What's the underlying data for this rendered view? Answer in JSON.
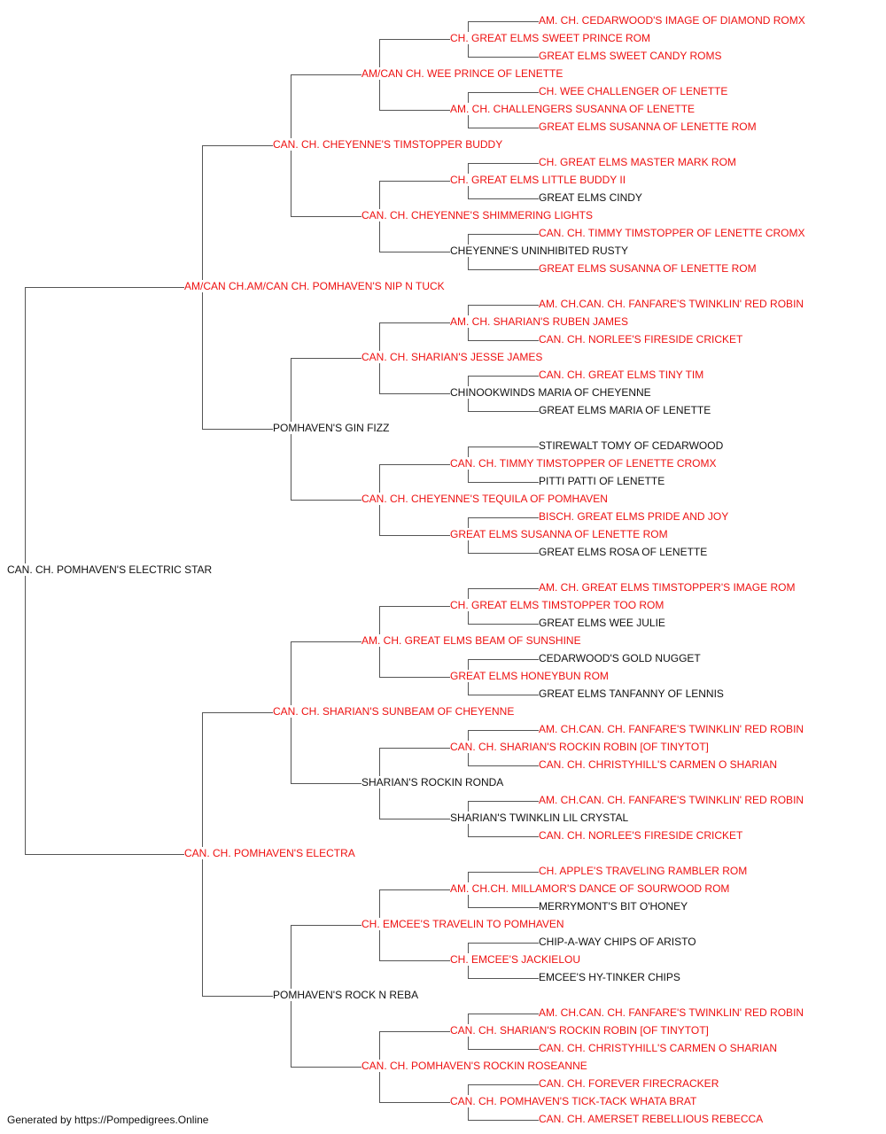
{
  "subject": "CAN. CH. POMHAVEN'S ELECTRIC STAR",
  "footer": "Generated by https://Pompedigrees.Online",
  "colors": {
    "champion": "#ee1111",
    "plain": "#111111",
    "line": "#555555"
  },
  "pedigree": [
    {
      "name": "CAN. CH. POMHAVEN'S ELECTRIC STAR",
      "gen": 0,
      "champion": false
    },
    {
      "name": "AM/CAN CH.AM/CAN CH. POMHAVEN'S NIP N TUCK",
      "gen": 1,
      "champion": true
    },
    {
      "name": "CAN. CH. POMHAVEN'S ELECTRA",
      "gen": 1,
      "champion": true
    },
    {
      "name": "CAN. CH. CHEYENNE'S TIMSTOPPER BUDDY",
      "gen": 2,
      "champion": true
    },
    {
      "name": "POMHAVEN'S GIN FIZZ",
      "gen": 2,
      "champion": false
    },
    {
      "name": "CAN. CH. SHARIAN'S SUNBEAM OF CHEYENNE",
      "gen": 2,
      "champion": true
    },
    {
      "name": "POMHAVEN'S ROCK N REBA",
      "gen": 2,
      "champion": false
    },
    {
      "name": "AM/CAN CH. WEE PRINCE OF LENETTE",
      "gen": 3,
      "champion": true
    },
    {
      "name": "CAN. CH. CHEYENNE'S SHIMMERING LIGHTS",
      "gen": 3,
      "champion": true
    },
    {
      "name": "CAN. CH. SHARIAN'S JESSE JAMES",
      "gen": 3,
      "champion": true
    },
    {
      "name": "CAN. CH. CHEYENNE'S TEQUILA OF POMHAVEN",
      "gen": 3,
      "champion": true
    },
    {
      "name": "AM. CH. GREAT ELMS BEAM OF SUNSHINE",
      "gen": 3,
      "champion": true
    },
    {
      "name": "SHARIAN'S ROCKIN RONDA",
      "gen": 3,
      "champion": false
    },
    {
      "name": "CH. EMCEE'S TRAVELIN TO POMHAVEN",
      "gen": 3,
      "champion": true
    },
    {
      "name": "CAN. CH. POMHAVEN'S ROCKIN ROSEANNE",
      "gen": 3,
      "champion": true
    },
    {
      "name": "CH. GREAT ELMS SWEET PRINCE ROM",
      "gen": 4,
      "champion": true
    },
    {
      "name": "AM. CH. CHALLENGERS SUSANNA OF LENETTE",
      "gen": 4,
      "champion": true
    },
    {
      "name": "CH. GREAT ELMS LITTLE BUDDY II",
      "gen": 4,
      "champion": true
    },
    {
      "name": "CHEYENNE'S UNINHIBITED RUSTY",
      "gen": 4,
      "champion": false
    },
    {
      "name": "AM. CH. SHARIAN'S RUBEN JAMES",
      "gen": 4,
      "champion": true
    },
    {
      "name": "CHINOOKWINDS MARIA OF CHEYENNE",
      "gen": 4,
      "champion": false
    },
    {
      "name": "CAN. CH. TIMMY TIMSTOPPER OF LENETTE CROMX",
      "gen": 4,
      "champion": true
    },
    {
      "name": "GREAT ELMS SUSANNA OF LENETTE ROM",
      "gen": 4,
      "champion": true
    },
    {
      "name": "CH. GREAT ELMS TIMSTOPPER TOO ROM",
      "gen": 4,
      "champion": true
    },
    {
      "name": "GREAT ELMS HONEYBUN ROM",
      "gen": 4,
      "champion": true
    },
    {
      "name": "CAN. CH. SHARIAN'S ROCKIN ROBIN [OF TINYTOT]",
      "gen": 4,
      "champion": true
    },
    {
      "name": "SHARIAN'S TWINKLIN LIL CRYSTAL",
      "gen": 4,
      "champion": false
    },
    {
      "name": "AM. CH.CH. MILLAMOR'S DANCE OF SOURWOOD ROM",
      "gen": 4,
      "champion": true
    },
    {
      "name": "CH. EMCEE'S JACKIELOU",
      "gen": 4,
      "champion": true
    },
    {
      "name": "CAN. CH. SHARIAN'S ROCKIN ROBIN [OF TINYTOT]",
      "gen": 4,
      "champion": true
    },
    {
      "name": "CAN. CH. POMHAVEN'S TICK-TACK WHATA BRAT",
      "gen": 4,
      "champion": true
    },
    {
      "name": "AM. CH. CEDARWOOD'S IMAGE OF DIAMOND ROMX",
      "gen": 5,
      "champion": true
    },
    {
      "name": "GREAT ELMS SWEET CANDY ROMS",
      "gen": 5,
      "champion": true
    },
    {
      "name": "CH. WEE CHALLENGER OF LENETTE",
      "gen": 5,
      "champion": true
    },
    {
      "name": "GREAT ELMS SUSANNA OF LENETTE ROM",
      "gen": 5,
      "champion": true
    },
    {
      "name": "CH. GREAT ELMS MASTER MARK ROM",
      "gen": 5,
      "champion": true
    },
    {
      "name": "GREAT ELMS CINDY",
      "gen": 5,
      "champion": false
    },
    {
      "name": "CAN. CH. TIMMY TIMSTOPPER OF LENETTE CROMX",
      "gen": 5,
      "champion": true
    },
    {
      "name": "GREAT ELMS SUSANNA OF LENETTE ROM",
      "gen": 5,
      "champion": true
    },
    {
      "name": "AM. CH.CAN. CH. FANFARE'S TWINKLIN' RED ROBIN",
      "gen": 5,
      "champion": true
    },
    {
      "name": "CAN. CH. NORLEE'S FIRESIDE CRICKET",
      "gen": 5,
      "champion": true
    },
    {
      "name": "CAN. CH. GREAT ELMS TINY TIM",
      "gen": 5,
      "champion": true
    },
    {
      "name": "GREAT ELMS MARIA OF LENETTE",
      "gen": 5,
      "champion": false
    },
    {
      "name": "STIREWALT TOMY OF CEDARWOOD",
      "gen": 5,
      "champion": false
    },
    {
      "name": "PITTI PATTI OF LENETTE",
      "gen": 5,
      "champion": false
    },
    {
      "name": "BISCH. GREAT ELMS PRIDE AND JOY",
      "gen": 5,
      "champion": true
    },
    {
      "name": "GREAT ELMS ROSA OF LENETTE",
      "gen": 5,
      "champion": false
    },
    {
      "name": "AM. CH. GREAT ELMS TIMSTOPPER'S IMAGE ROM",
      "gen": 5,
      "champion": true
    },
    {
      "name": "GREAT ELMS WEE JULIE",
      "gen": 5,
      "champion": false
    },
    {
      "name": "CEDARWOOD'S GOLD NUGGET",
      "gen": 5,
      "champion": false
    },
    {
      "name": "GREAT ELMS TANFANNY OF LENNIS",
      "gen": 5,
      "champion": false
    },
    {
      "name": "AM. CH.CAN. CH. FANFARE'S TWINKLIN' RED ROBIN",
      "gen": 5,
      "champion": true
    },
    {
      "name": "CAN. CH. CHRISTYHILL'S CARMEN O SHARIAN",
      "gen": 5,
      "champion": true
    },
    {
      "name": "AM. CH.CAN. CH. FANFARE'S TWINKLIN' RED ROBIN",
      "gen": 5,
      "champion": true
    },
    {
      "name": "CAN. CH. NORLEE'S FIRESIDE CRICKET",
      "gen": 5,
      "champion": true
    },
    {
      "name": "CH. APPLE'S TRAVELING RAMBLER ROM",
      "gen": 5,
      "champion": true
    },
    {
      "name": "MERRYMONT'S BIT O'HONEY",
      "gen": 5,
      "champion": false
    },
    {
      "name": "CHIP-A-WAY CHIPS OF ARISTO",
      "gen": 5,
      "champion": false
    },
    {
      "name": "EMCEE'S HY-TINKER CHIPS",
      "gen": 5,
      "champion": false
    },
    {
      "name": "AM. CH.CAN. CH. FANFARE'S TWINKLIN' RED ROBIN",
      "gen": 5,
      "champion": true
    },
    {
      "name": "CAN. CH. CHRISTYHILL'S CARMEN O SHARIAN",
      "gen": 5,
      "champion": true
    },
    {
      "name": "CAN. CH. FOREVER FIRECRACKER",
      "gen": 5,
      "champion": true
    },
    {
      "name": "CAN. CH. AMERSET REBELLIOUS REBECCA",
      "gen": 5,
      "champion": true
    }
  ]
}
